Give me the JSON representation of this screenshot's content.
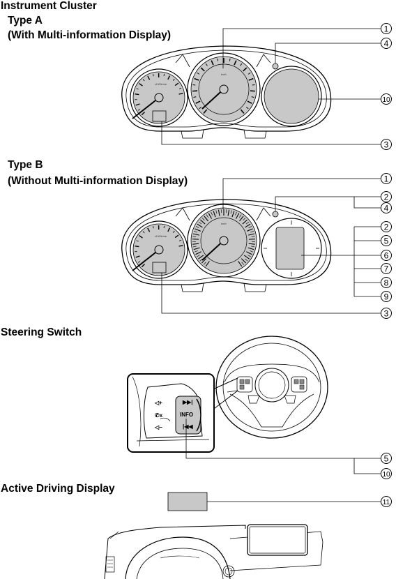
{
  "headings": {
    "instrument_cluster": "Instrument Cluster",
    "type_a": "Type A",
    "type_a_sub": "(With Multi-information Display)",
    "type_b": "Type B",
    "type_b_sub": "(Without Multi-information Display)",
    "steering_switch": "Steering Switch",
    "active_driving_display": "Active Driving Display"
  },
  "gauge_text": {
    "rpm_a": "x1000r/min",
    "speed_unit_a": "km/h",
    "rpm_b": "x1000r/min",
    "speed_unit_b": "km/h"
  },
  "switch_labels": {
    "vol_up": "◁+",
    "voice": "✆x",
    "vol_down": "◁−",
    "next": "▶▶|",
    "info": "INFO",
    "prev": "|◀◀"
  },
  "callouts": {
    "a_1": "1",
    "a_4": "4",
    "a_10": "10",
    "a_3": "3",
    "b_1": "1",
    "b_2": "2",
    "b_4": "4",
    "b_2r": "2",
    "b_5": "5",
    "b_6": "6",
    "b_7": "7",
    "b_8": "8",
    "b_9": "9",
    "b_3": "3",
    "s_5": "5",
    "s_10": "10",
    "d_11": "11"
  },
  "colors": {
    "gauge_fill": "#c8c8c8",
    "line": "#000000"
  }
}
